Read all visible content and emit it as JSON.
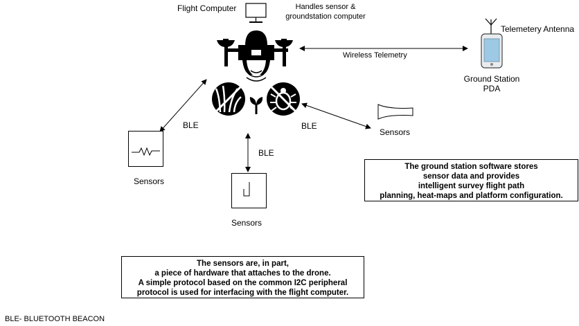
{
  "labels": {
    "flight_computer": "Flight Computer",
    "handles_line1": "Handles sensor &",
    "handles_line2": "groundstation computer",
    "telemetry_antenna": "Telemetery Antenna",
    "wireless_telemetry": "Wireless Telemetry",
    "ground_station_line1": "Ground Station",
    "ground_station_line2": "PDA",
    "ble_left": "BLE",
    "ble_right": "BLE",
    "ble_bottom": "BLE",
    "sensors_left": "Sensors",
    "sensors_bottom": "Sensors",
    "sensors_right": "Sensors",
    "legend": "BLE- BLUETOOTH BEACON"
  },
  "notes": {
    "ground_station": [
      "The ground station software stores",
      "sensor data and provides",
      "intelligent survey flight path",
      "planning, heat-maps and platform configuration."
    ],
    "sensors": [
      "The sensors are, in part,",
      "a piece of hardware that attaches to the drone.",
      "A simple protocol based on the common I2C peripheral",
      "protocol is used for interfacing with the flight computer."
    ]
  },
  "icons": [
    "monitor-icon",
    "drone-icon",
    "antenna-icon",
    "pda-icon",
    "weed-icon",
    "sprout-icon",
    "bug-icon",
    "speaker-sensor-icon",
    "resistor-sensor-icon",
    "step-sensor-icon"
  ]
}
